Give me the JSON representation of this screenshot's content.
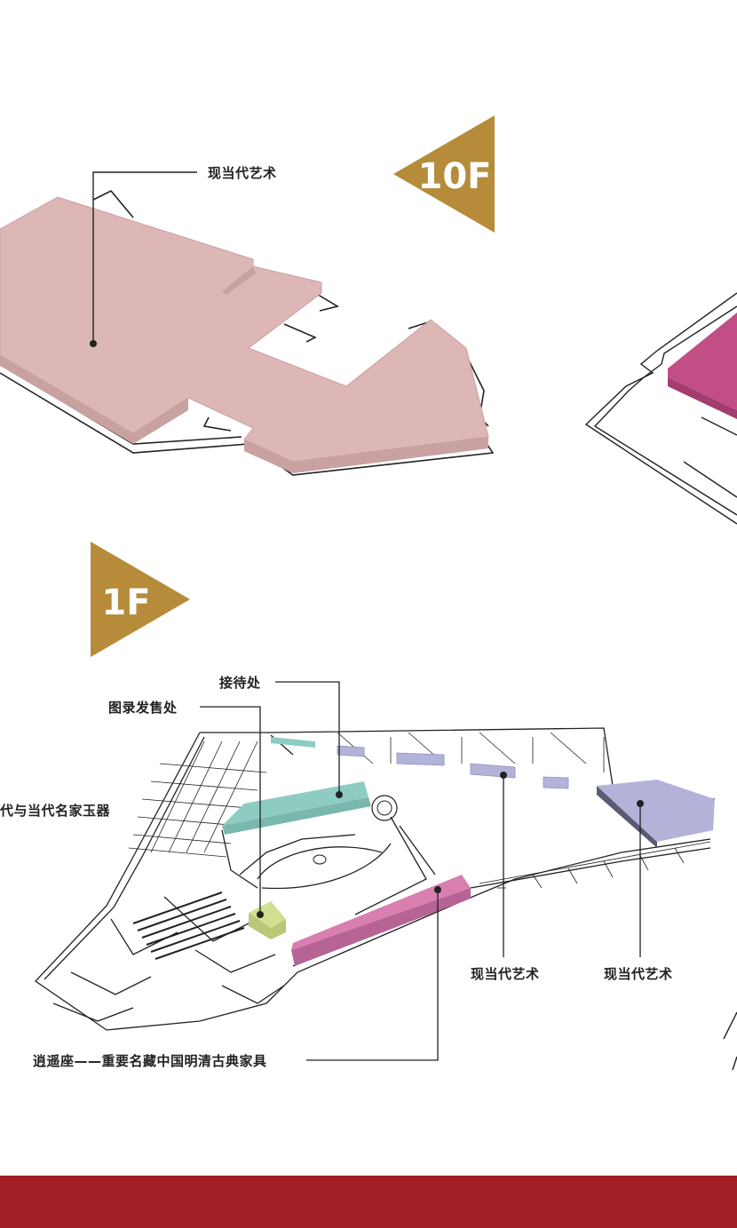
{
  "colors": {
    "badge": "#B68C3A",
    "pink_light": "#DDB6B6",
    "magenta": "#C24E86",
    "pink_mid": "#D97FB0",
    "teal": "#8ECCC2",
    "lavender": "#B3B3DA",
    "lime": "#CFE08E",
    "footer": "#A11E25",
    "line": "#222222"
  },
  "floors": {
    "upper": {
      "badge": "10F",
      "labels": {
        "contemporary_art": "现当代艺术"
      }
    },
    "ground": {
      "badge": "1F",
      "labels": {
        "reception": "接待处",
        "catalog_sales": "图录发售处",
        "jade": "代与当代名家玉器",
        "contemporary_art_1": "现当代艺术",
        "contemporary_art_2": "现当代艺术",
        "furniture": "逍遥座——重要名藏中国明清古典家具"
      }
    }
  }
}
